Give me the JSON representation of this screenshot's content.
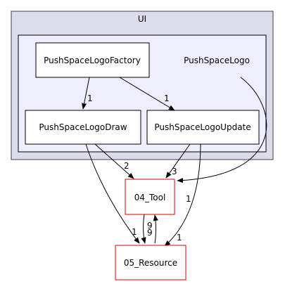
{
  "diagram": {
    "outer_cluster": {
      "label": "UI",
      "fill": "#dcdceb",
      "stroke": "#3c3c5a"
    },
    "inner_cluster": {
      "label": "PushSpaceLogo",
      "fill": "#eeeeff",
      "stroke": "#000000"
    },
    "nodes": {
      "factory": {
        "label": "PushSpaceLogoFactory"
      },
      "draw": {
        "label": "PushSpaceLogoDraw"
      },
      "update": {
        "label": "PushSpaceLogoUpdate"
      },
      "tool": {
        "label": "04_Tool",
        "stroke": "#e00000"
      },
      "resource": {
        "label": "05_Resource",
        "stroke": "#e00000"
      }
    },
    "edge_labels": {
      "factory_to_draw": "1",
      "factory_to_update": "1",
      "draw_to_tool": "2",
      "draw_to_resource": "1",
      "update_to_tool": "3",
      "update_to_resource": "1",
      "pushspacelogo_to_tool": "1",
      "tool_to_resource": "9",
      "resource_to_tool": "9"
    }
  }
}
